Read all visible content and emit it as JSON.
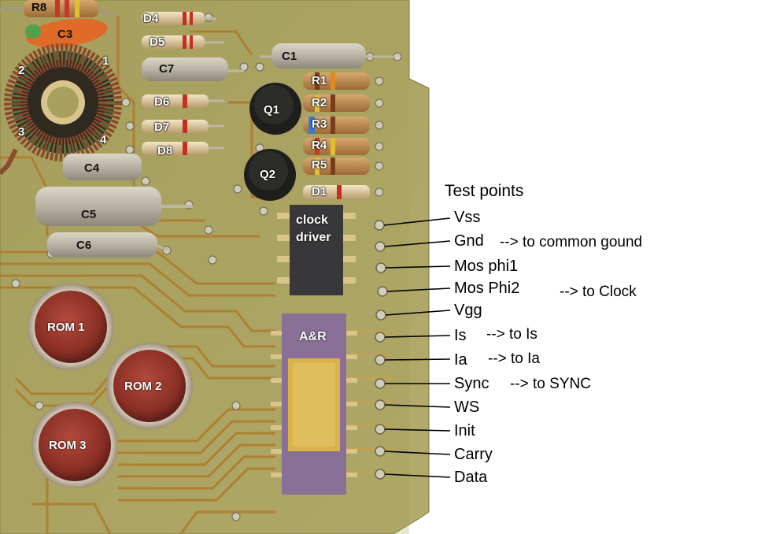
{
  "board_labels": {
    "r8": "R8",
    "c3": "C3",
    "c1": "C1",
    "c7": "C7",
    "c4": "C4",
    "c5": "C5",
    "c6": "C6",
    "d4": "D4",
    "d5": "D5",
    "d6": "D6",
    "d7": "D7",
    "d8": "D8",
    "d1": "D1",
    "r1": "R1",
    "r2": "R2",
    "r3": "R3",
    "r4": "R4",
    "r5": "R5",
    "q1": "Q1",
    "q2": "Q2",
    "toroid_pin1": "1",
    "toroid_pin2": "2",
    "toroid_pin3": "3",
    "toroid_pin4": "4"
  },
  "chips": {
    "clock_driver_line1": "clock",
    "clock_driver_line2": "driver",
    "ar": "A&R"
  },
  "roms": [
    "ROM 1",
    "ROM 2",
    "ROM 3"
  ],
  "test_points_title": "Test points",
  "test_points": [
    {
      "label": "Vss",
      "note": ""
    },
    {
      "label": "Gnd",
      "note": "--> to common gound"
    },
    {
      "label": "Mos phi1",
      "note": ""
    },
    {
      "label": "Mos Phi2",
      "note": "--> to Clock"
    },
    {
      "label": "Vgg",
      "note": ""
    },
    {
      "label": "Is",
      "note": "--> to Is"
    },
    {
      "label": "Ia",
      "note": "--> to Ia"
    },
    {
      "label": "Sync",
      "note": "--> to SYNC"
    },
    {
      "label": "WS",
      "note": ""
    },
    {
      "label": "Init",
      "note": ""
    },
    {
      "label": "Carry",
      "note": ""
    },
    {
      "label": "Data",
      "note": ""
    }
  ],
  "colors": {
    "board": "#a8a060",
    "trace": "#b07a2a",
    "rom_can": "#9a3a2e",
    "ceramic": "#8a6f96",
    "gold": "#d9b24a"
  }
}
